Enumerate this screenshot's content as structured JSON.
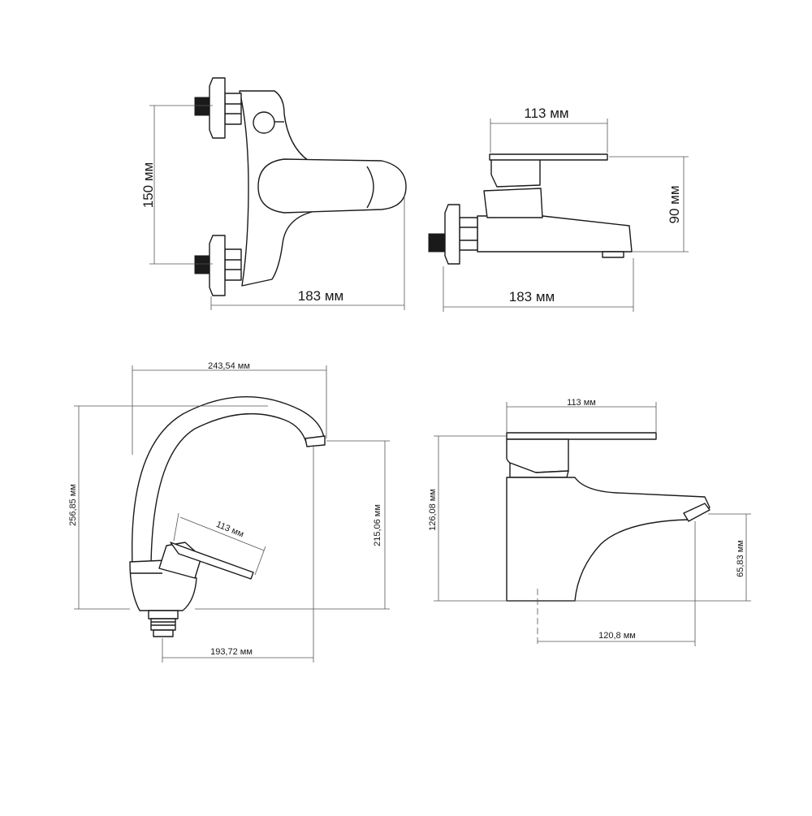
{
  "drawings": {
    "bath_mixer_front": {
      "dim_height": "150 мм",
      "dim_width": "183 мм"
    },
    "bath_mixer_side": {
      "dim_lever": "113 мм",
      "dim_height": "90 мм",
      "dim_width": "183 мм"
    },
    "sink_mixer_swivel": {
      "dim_top_width": "243,54 мм",
      "dim_total_height": "256,85 мм",
      "dim_spout_height": "215,06 мм",
      "dim_lever": "113 мм",
      "dim_base_width": "193,72 мм"
    },
    "basin_mixer": {
      "dim_lever": "113 мм",
      "dim_total_height": "126,08 мм",
      "dim_spout_height": "65,83 мм",
      "dim_spout_reach": "120,8 мм"
    }
  },
  "colors": {
    "line": "#1a1a1a",
    "dimension": "#555555",
    "background": "#ffffff"
  }
}
